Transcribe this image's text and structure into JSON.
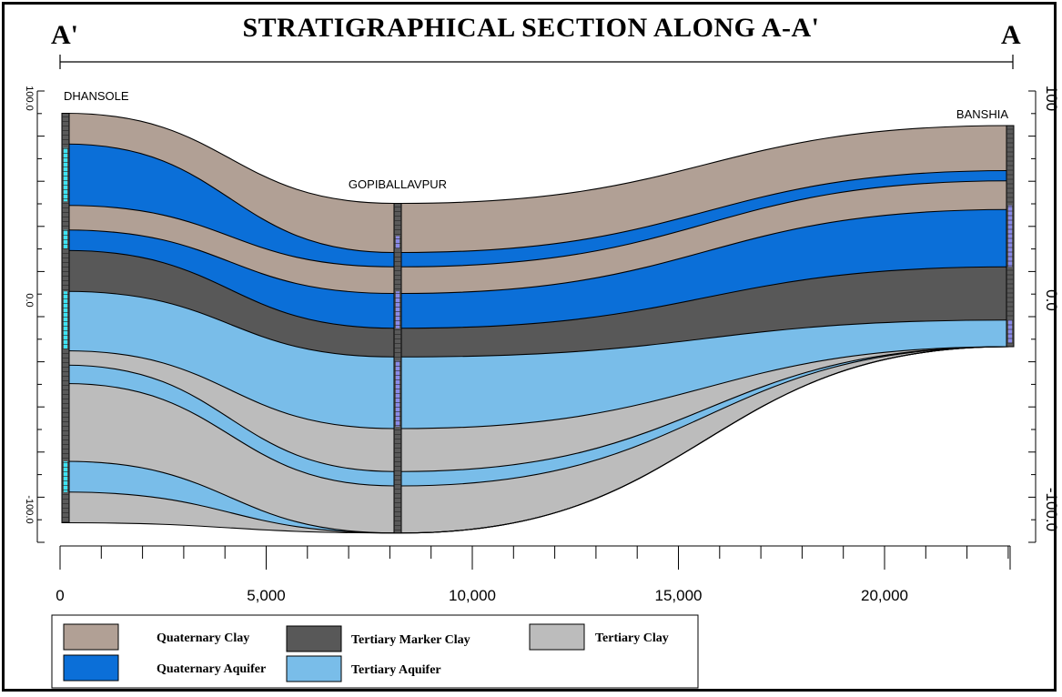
{
  "title": "STRATIGRAPHICAL SECTION ALONG A-A'",
  "section_start_label": "A'",
  "section_end_label": "A",
  "wells": [
    {
      "name": "DHANSOLE",
      "distance": 0
    },
    {
      "name": "GOPIBALLAVPUR",
      "distance": 8200
    },
    {
      "name": "BANSHIA",
      "distance": 23300
    }
  ],
  "x_axis": {
    "ticks": [
      0,
      5000,
      10000,
      15000,
      20000
    ],
    "tick_labels": [
      "0",
      "5,000",
      "10,000",
      "15,000",
      "20,000"
    ]
  },
  "left_elevation_labels": [
    "100.0",
    "0.0",
    "-100.0"
  ],
  "right_elevation_labels": [
    "100",
    "0.0",
    "-100.0"
  ],
  "colors": {
    "quaternary_clay": "#b1a095",
    "quaternary_aquifer": "#0b6fd8",
    "tertiary_marker_clay": "#585858",
    "tertiary_aquifer": "#79bde9",
    "tertiary_clay": "#bcbcbc"
  },
  "legend": [
    {
      "label": "Quaternary Clay",
      "color_key": "quaternary_clay"
    },
    {
      "label": "Quaternary Aquifer",
      "color_key": "quaternary_aquifer"
    },
    {
      "label": "Tertiary Marker Clay",
      "color_key": "tertiary_marker_clay"
    },
    {
      "label": "Tertiary Aquifer",
      "color_key": "tertiary_aquifer"
    },
    {
      "label": "Tertiary Clay",
      "color_key": "tertiary_clay"
    }
  ],
  "layers_top_to_bottom": [
    {
      "unit": "quaternary_clay",
      "top": [
        90,
        46,
        84
      ],
      "bottom": [
        75,
        22,
        62
      ]
    },
    {
      "unit": "quaternary_aquifer",
      "top": [
        75,
        22,
        62
      ],
      "bottom": [
        45,
        15,
        57
      ]
    },
    {
      "unit": "quaternary_clay",
      "top": [
        45,
        15,
        57
      ],
      "bottom": [
        33,
        2,
        43
      ]
    },
    {
      "unit": "quaternary_aquifer",
      "top": [
        33,
        2,
        43
      ],
      "bottom": [
        23,
        -15,
        15
      ]
    },
    {
      "unit": "tertiary_marker_clay",
      "top": [
        23,
        -15,
        15
      ],
      "bottom": [
        3,
        -29,
        -11
      ]
    },
    {
      "unit": "tertiary_aquifer",
      "top": [
        3,
        -29,
        -11
      ],
      "bottom": [
        -26,
        -64,
        -24
      ]
    },
    {
      "unit": "tertiary_clay",
      "top": [
        -26,
        -64,
        -24
      ],
      "bottom": [
        -33,
        -85,
        -24
      ]
    },
    {
      "unit": "tertiary_aquifer",
      "top": [
        -33,
        -85,
        -24
      ],
      "bottom": [
        -42,
        -92,
        -24
      ]
    },
    {
      "unit": "tertiary_clay",
      "top": [
        -42,
        -92,
        -24
      ],
      "bottom": [
        -80,
        -115,
        -24
      ]
    },
    {
      "unit": "tertiary_aquifer",
      "top": [
        -80,
        -115,
        -24
      ],
      "bottom": [
        -95,
        -115,
        -24
      ]
    },
    {
      "unit": "tertiary_clay",
      "top": [
        -95,
        -115,
        -24
      ],
      "bottom": [
        -110,
        -115,
        -24
      ]
    }
  ]
}
